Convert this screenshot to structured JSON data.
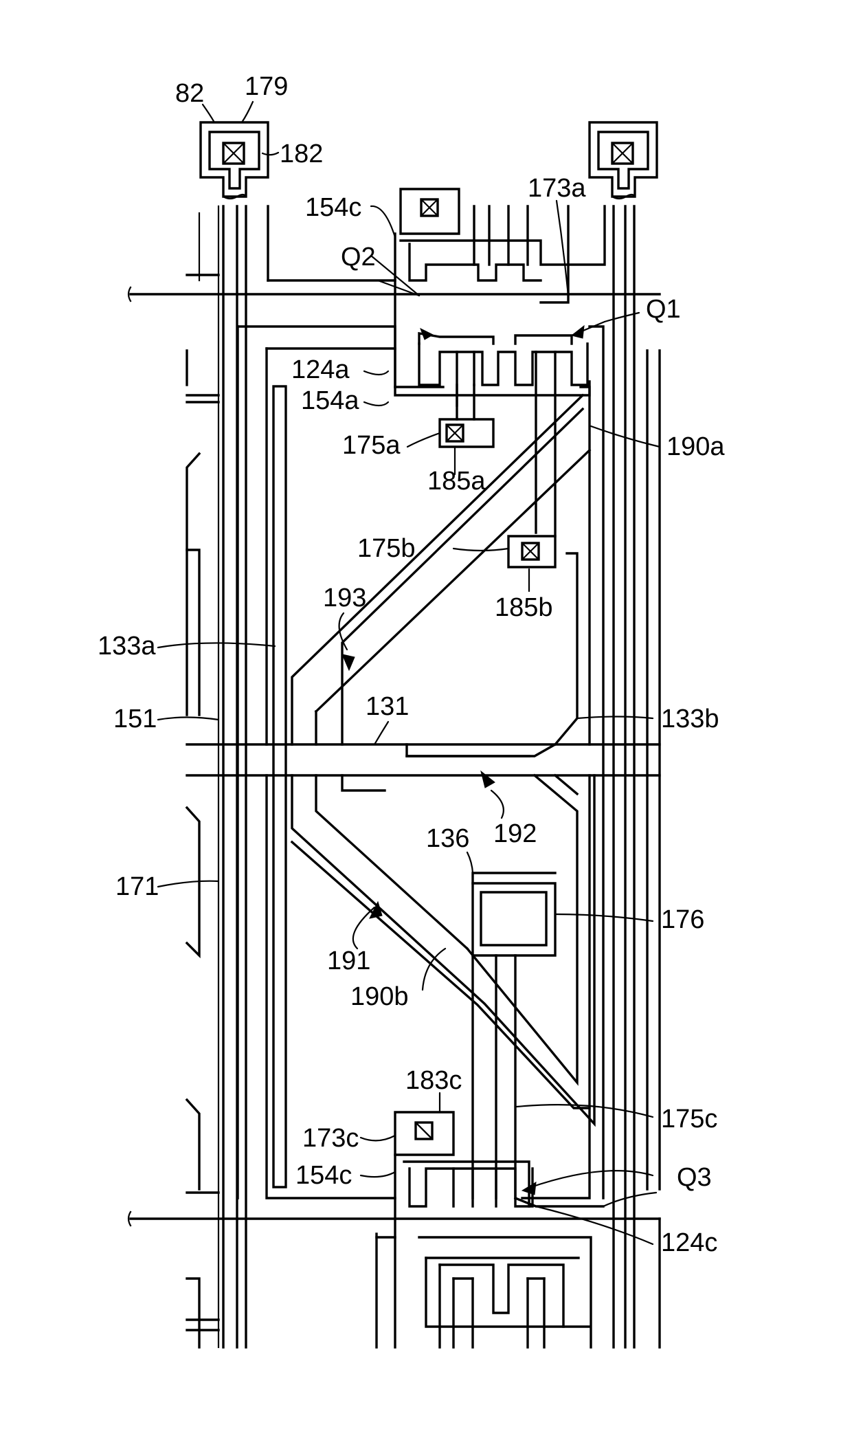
{
  "labels": {
    "l82": "82",
    "l179": "179",
    "l182": "182",
    "l154c_top": "154c",
    "l173a": "173a",
    "lQ2": "Q2",
    "lQ1": "Q1",
    "l124a": "124a",
    "l154a": "154a",
    "l175a": "175a",
    "l185a": "185a",
    "l190a": "190a",
    "l175b": "175b",
    "l185b": "185b",
    "l193": "193",
    "l133a": "133a",
    "l151": "151",
    "l131": "131",
    "l133b": "133b",
    "l192": "192",
    "l136": "136",
    "l171": "171",
    "l176": "176",
    "l191": "191",
    "l190b": "190b",
    "l183c": "183c",
    "l175c": "175c",
    "l173c": "173c",
    "l154c_bottom": "154c",
    "lQ3": "Q3",
    "l124c": "124c"
  }
}
